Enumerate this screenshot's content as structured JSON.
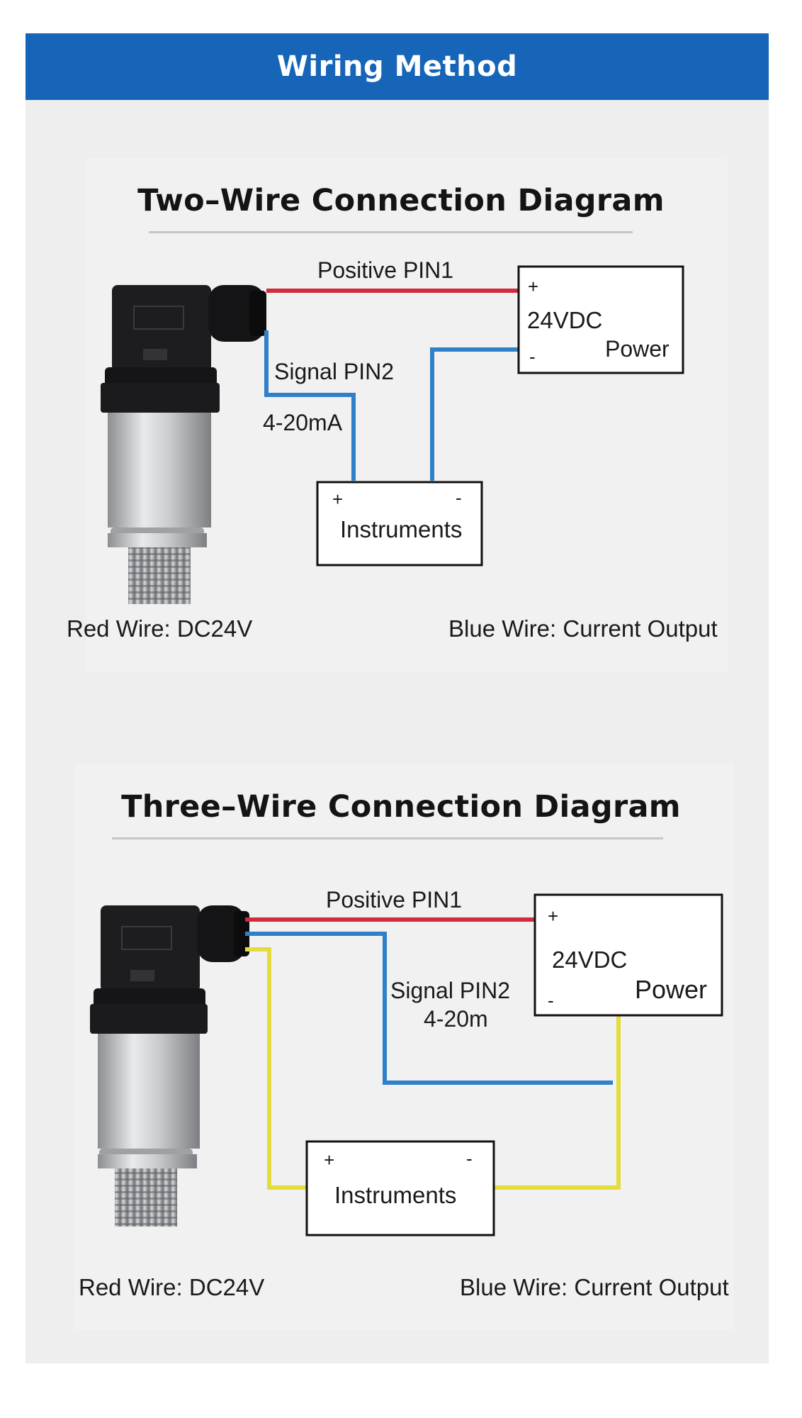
{
  "header": {
    "title": "Wiring Method"
  },
  "colors": {
    "banner": "#1765b8",
    "red_wire": "#d02c3c",
    "blue_wire": "#2f80c8",
    "yellow_wire": "#e3dc3b",
    "box_border": "#111111"
  },
  "two_wire": {
    "title": "Two–Wire Connection Diagram",
    "labels": {
      "positive": "Positive PIN1",
      "signal": "Signal PIN2",
      "current": "4-20mA"
    },
    "power_box": {
      "plus": "+",
      "voltage": "24VDC",
      "minus": "-",
      "name": "Power"
    },
    "instruments_box": {
      "plus": "+",
      "minus": "-",
      "name": "Instruments"
    },
    "captions": {
      "left": "Red Wire: DC24V",
      "right": "Blue Wire: Current Output"
    }
  },
  "three_wire": {
    "title": "Three–Wire Connection Diagram",
    "labels": {
      "positive": "Positive PIN1",
      "signal": "Signal PIN2",
      "current": "4-20m"
    },
    "power_box": {
      "plus": "+",
      "voltage": "24VDC",
      "minus": "-",
      "name": "Power"
    },
    "instruments_box": {
      "plus": "+",
      "minus": "-",
      "name": "Instruments"
    },
    "captions": {
      "left": "Red Wire: DC24V",
      "right": "Blue Wire: Current Output"
    }
  },
  "icons": {
    "sensor": "pressure-transmitter-icon"
  }
}
